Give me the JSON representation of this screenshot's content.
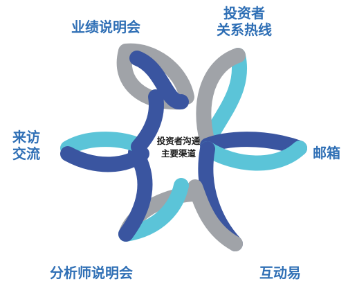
{
  "center": {
    "line1": "投资者沟通",
    "line2": "主要渠道"
  },
  "channels": [
    {
      "lines": [
        "业绩说明会"
      ]
    },
    {
      "lines": [
        "投资者",
        "关系热线"
      ]
    },
    {
      "lines": [
        "邮箱"
      ]
    },
    {
      "lines": [
        "互动易"
      ]
    },
    {
      "lines": [
        "分析师说明会"
      ]
    },
    {
      "lines": [
        "来访",
        "交流"
      ]
    }
  ],
  "colors": {
    "dark_blue": "#3a55a0",
    "light_blue": "#5bc4d8",
    "gray": "#a0a3a8",
    "label": "#2f6fb5"
  }
}
